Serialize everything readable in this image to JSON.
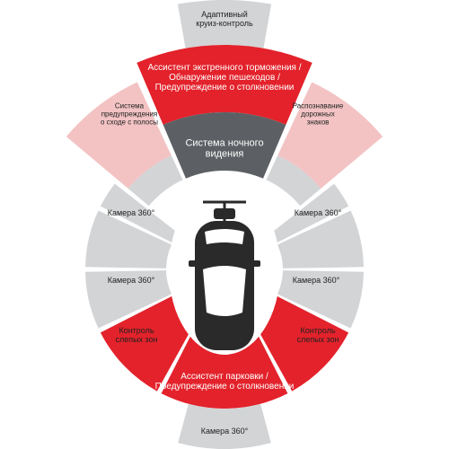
{
  "diagram": {
    "colors": {
      "red": "#e3222b",
      "pink": "#f3c3c4",
      "dark_gray": "#5c6064",
      "light_gray": "#d2d4d6",
      "car": "#2a2a2a"
    },
    "segments": {
      "acc": "Адаптивный\nкруиз-контроль",
      "aeb": "Ассистент экстренного торможения /\nОбнаружение пешеходов /\nПредупреждение о столкновении",
      "ldw": "Система\nпредупреждения\nо сходе с полосы",
      "tsr": "Распознавание\nдорожных\nзнаков",
      "night_vision": "Система ночного\nвидения",
      "cam_left_top": "Камера 360°",
      "cam_right_top": "Камера 360°",
      "cam_left_mid": "Камера 360°",
      "cam_right_mid": "Камера 360°",
      "bsd_left": "Контроль\nслепых зон",
      "bsd_right": "Контроль\nслепых зон",
      "park_assist": "Ассистент парковки /\nПредупреждение о столкновении",
      "cam_rear": "Камера 360°"
    },
    "icons": [
      "car-top-view-icon",
      "front-sensor-icon"
    ]
  }
}
